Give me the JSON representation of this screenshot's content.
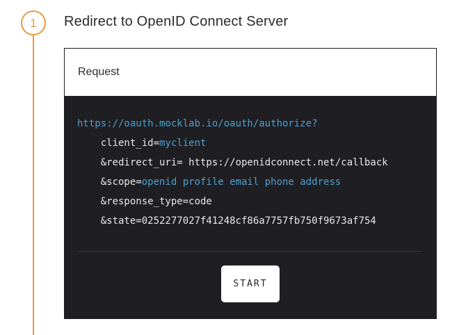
{
  "step": {
    "number": "1"
  },
  "title": "Redirect to OpenID Connect Server",
  "card": {
    "header": "Request",
    "code": {
      "lines": [
        {
          "segments": [
            {
              "text": "https://oauth.mocklab.io/oauth/authorize?",
              "hl": true
            }
          ]
        },
        {
          "segments": [
            {
              "text": "    client_id=",
              "hl": false
            },
            {
              "text": "myclient",
              "hl": true
            }
          ]
        },
        {
          "segments": [
            {
              "text": "    &redirect_uri= https://openidconnect.net/callback",
              "hl": false
            }
          ]
        },
        {
          "segments": [
            {
              "text": "    &scope=",
              "hl": false
            },
            {
              "text": "openid profile email phone address",
              "hl": true
            }
          ]
        },
        {
          "segments": [
            {
              "text": "    &response_type=code",
              "hl": false
            }
          ]
        },
        {
          "segments": [
            {
              "text": "    &state=0252277027f41248cf86a7757fb750f9673af754",
              "hl": false
            }
          ]
        }
      ]
    },
    "start_button_label": "START"
  },
  "colors": {
    "accent_orange": "#E9993D",
    "code_background": "#1F1F23",
    "code_text": "#E8E8E8",
    "code_highlight_blue": "#4F9FCF",
    "heading_text": "#2B2B30"
  }
}
